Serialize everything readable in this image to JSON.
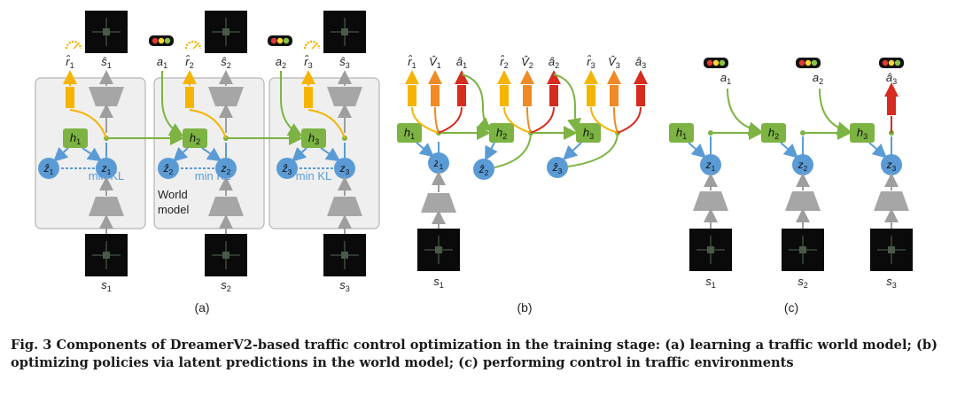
{
  "caption": {
    "text": "Fig. 3  Components of DreamerV2-based traffic control optimization in the training stage: (a) learning a traffic world model; (b) optimizing policies via latent predictions in the world model; (c) performing control in traffic environments"
  },
  "panels": {
    "a": {
      "label": "(a)",
      "kl_label": "min KL",
      "world_model_label_1": "World",
      "world_model_label_2": "model",
      "steps": [
        {
          "h": "h1",
          "z": "z1",
          "zhat": "ẑ1",
          "r": "r̂1",
          "s_hat": "ŝ1",
          "s": "s1",
          "a": ""
        },
        {
          "h": "h2",
          "z": "z2",
          "zhat": "ẑ2",
          "r": "r̂2",
          "s_hat": "ŝ2",
          "s": "s2",
          "a": "a1"
        },
        {
          "h": "h3",
          "z": "z3",
          "zhat": "ẑ3",
          "r": "r̂3",
          "s_hat": "ŝ3",
          "s": "s3",
          "a": "a2"
        }
      ]
    },
    "b": {
      "label": "(b)",
      "steps": [
        {
          "h": "h1",
          "z": "z1",
          "r": "r̂1",
          "v": "V̂1",
          "a": "â1"
        },
        {
          "h": "h2",
          "z": "ẑ2",
          "r": "r̂2",
          "v": "V̂2",
          "a": "â2"
        },
        {
          "h": "h3",
          "z": "ẑ3",
          "r": "r̂3",
          "v": "V̂3",
          "a": "â3"
        }
      ],
      "s": "s1"
    },
    "c": {
      "label": "(c)",
      "steps": [
        {
          "h": "h1",
          "z": "z1",
          "a": "a1",
          "s": "s1"
        },
        {
          "h": "h2",
          "z": "z2",
          "a": "a2",
          "s": "s2"
        },
        {
          "h": "h3",
          "z": "z3",
          "a": "â3",
          "s": "s3"
        }
      ]
    }
  },
  "colors": {
    "green": "#7cb342",
    "green_dark": "#5b8f2b",
    "blue": "#5b9bd5",
    "gray": "#9e9e9e",
    "orange_reward": "#f5b400",
    "orange_value": "#f08a24",
    "red_action": "#d62b1f",
    "box_bg": "#efefef"
  }
}
